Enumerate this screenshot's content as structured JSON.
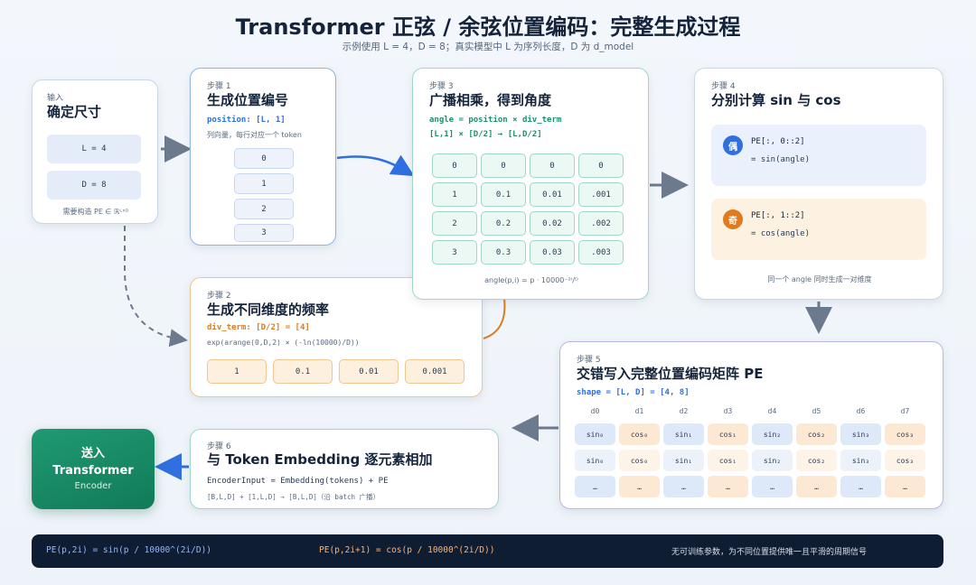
{
  "header": {
    "title": "Transformer 正弦 / 余弦位置编码：完整生成过程",
    "subtitle": "示例使用 L = 4，D = 8；真实模型中 L 为序列长度，D 为 d_model"
  },
  "input_card": {
    "step": "输入",
    "title": "确定尺寸",
    "l_value": "L = 4",
    "d_value": "D = 8",
    "note": "需要构造 PE ∈ ℝᴸˣᴰ"
  },
  "step1": {
    "step": "步骤 1",
    "title": "生成位置编号",
    "code": "position: [L, 1]",
    "note": "列向量，每行对应一个 token",
    "positions": [
      "0",
      "1",
      "2",
      "3"
    ]
  },
  "step2": {
    "step": "步骤 2",
    "title": "生成不同维度的频率",
    "code": "div_term: [D/2] = [4]",
    "formula": "exp(arange(0,D,2) × (-ln(10000)/D))",
    "values": [
      "1",
      "0.1",
      "0.01",
      "0.001"
    ]
  },
  "step3": {
    "step": "步骤 3",
    "title": "广播相乘，得到角度",
    "code1": "angle = position × div_term",
    "code2": "[L,1] × [D/2] → [L,D/2]",
    "grid": [
      [
        "0",
        "0",
        "0",
        "0"
      ],
      [
        "1",
        "0.1",
        "0.01",
        ".001"
      ],
      [
        "2",
        "0.2",
        "0.02",
        ".002"
      ],
      [
        "3",
        "0.3",
        "0.03",
        ".003"
      ]
    ],
    "note": "angle(p,i) = p · 10000⁻²ⁱ/ᴰ"
  },
  "step4": {
    "step": "步骤 4",
    "title": "分别计算 sin 与 cos",
    "even_badge": "偶",
    "even_code": "PE[:, 0::2]",
    "even_func": "= sin(angle)",
    "odd_badge": "奇",
    "odd_code": "PE[:, 1::2]",
    "odd_func": "= cos(angle)",
    "note": "同一个 angle 同时生成一对维度"
  },
  "step5": {
    "step": "步骤 5",
    "title": "交错写入完整位置编码矩阵 PE",
    "code": "shape = [L, D] = [4, 8]",
    "headers": [
      "d0",
      "d1",
      "d2",
      "d3",
      "d4",
      "d5",
      "d6",
      "d7"
    ],
    "rows": [
      [
        "sin₀",
        "cos₀",
        "sin₁",
        "cos₁",
        "sin₂",
        "cos₂",
        "sin₃",
        "cos₃"
      ],
      [
        "sin₀",
        "cos₀",
        "sin₁",
        "cos₁",
        "sin₂",
        "cos₂",
        "sin₃",
        "cos₃"
      ],
      [
        "…",
        "…",
        "…",
        "…",
        "…",
        "…",
        "…",
        "…"
      ]
    ]
  },
  "step6": {
    "step": "步骤 6",
    "title": "与 Token Embedding 逐元素相加",
    "code": "EncoderInput = Embedding(tokens) + PE",
    "note": "[B,L,D] + [1,L,D] → [B,L,D]（沿 batch 广播）"
  },
  "output_card": {
    "line1": "送入",
    "line2": "Transformer",
    "line3": "Encoder"
  },
  "footer": {
    "formula_sin": "PE(p,2i) = sin(p / 10000^(2i/D))",
    "formula_cos": "PE(p,2i+1) = cos(p / 10000^(2i/D))",
    "note": "无可训练参数，为不同位置提供唯一且平滑的周期信号"
  },
  "colors": {
    "accent_blue": "#2f6fe0",
    "accent_green": "#1f8f6a",
    "accent_orange": "#e07a1f",
    "footer_bg": "#0f1d33"
  }
}
